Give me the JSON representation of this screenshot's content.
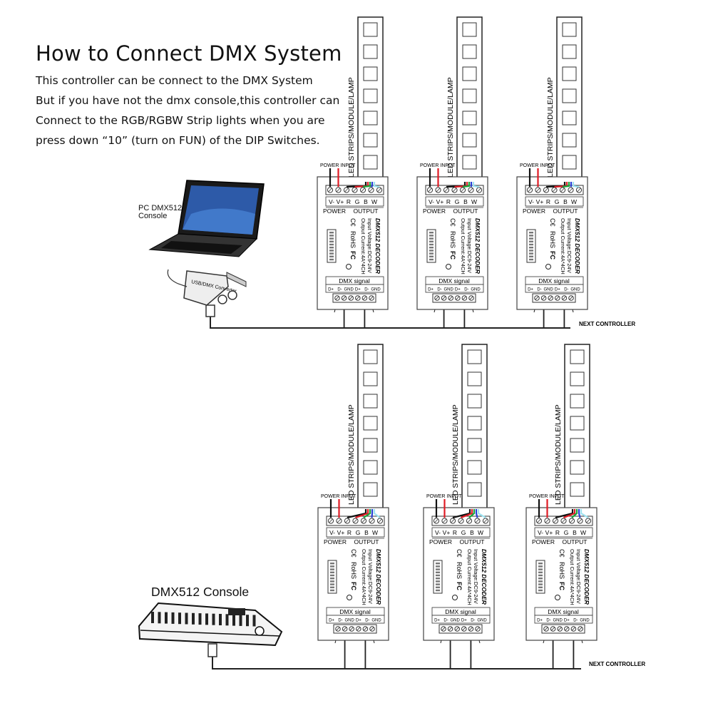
{
  "title": "How to Connect DMX System",
  "intro": [
    "This controller can be connect to the DMX System",
    "But if you have not the dmx console,this controller can",
    "Connect to the RGB/RGBW Strip lights when you are",
    "press down “10” (turn on FUN) of the DIP Switches."
  ],
  "pc_console": {
    "line1": "PC  DMX512",
    "line2": "Console",
    "converter": "USB/DMX Converter"
  },
  "hw_console": {
    "label": "DMX512 Console"
  },
  "strip_label": "LED STRIPS/MODULE/LAMP",
  "decoder": {
    "power_input": "POWER INPUT",
    "terminals": [
      "V-",
      "V+",
      "R",
      "G",
      "B",
      "W"
    ],
    "section_output": "OUTPUT",
    "section_power": "POWER",
    "model": "DMX512 DECODER",
    "spec_voltage": "Input Voltage:DC9-24V",
    "spec_current": "Output Current:4A*4CH",
    "cert_ce": "C€",
    "cert_rohs": "RoHS",
    "cert_fc": "FC",
    "dmx_signal": "DMX signal",
    "dmx_pins": [
      "D+",
      "D-",
      "GND",
      "D+",
      "D-",
      "GND"
    ]
  },
  "next_controller": "NEXT CONTROLLER",
  "icons": {
    "laptop": "laptop-icon",
    "converter": "usb-dmx-converter-icon",
    "console": "dmx-console-icon",
    "dip": "dip-switch-icon"
  },
  "wire_colors": {
    "black": "#111111",
    "red": "#e01b24",
    "green": "#1aa33a",
    "blue": "#2a3fd6",
    "white": "#9fe3f0"
  }
}
